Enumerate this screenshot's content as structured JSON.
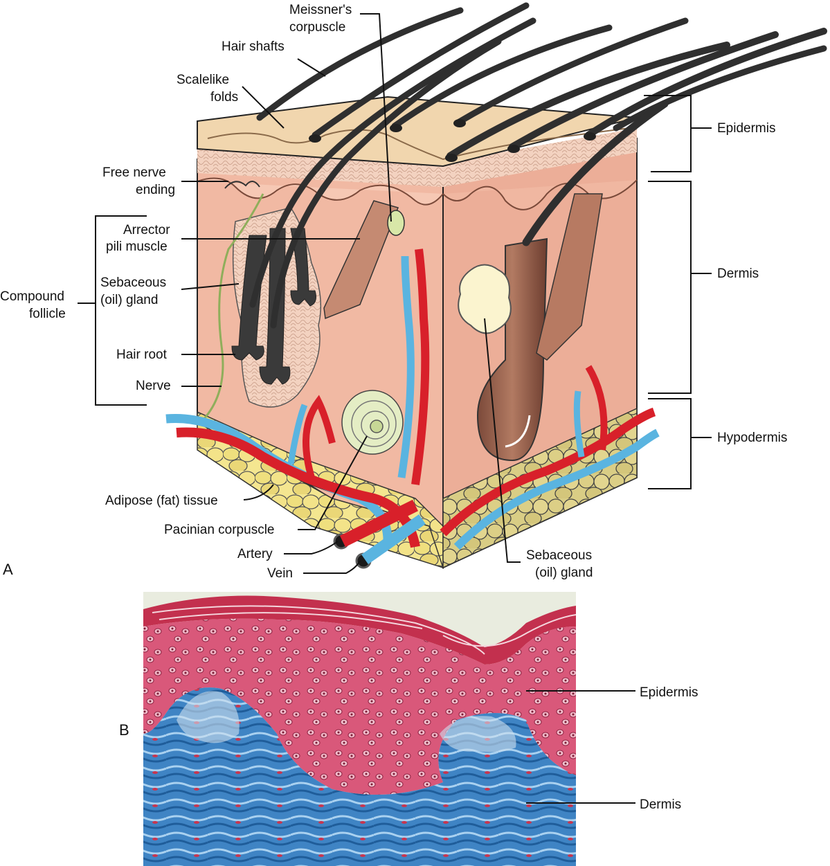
{
  "panel_a": {
    "letter": "A",
    "labels": {
      "meissners_1": "Meissner's",
      "meissners_2": "corpuscle",
      "hair_shafts": "Hair shafts",
      "scalelike_1": "Scalelike",
      "scalelike_2": "folds",
      "free_nerve_1": "Free nerve",
      "free_nerve_2": "ending",
      "arrector_1": "Arrector",
      "arrector_2": "pili muscle",
      "sebaceous_left_1": "Sebaceous",
      "sebaceous_left_2": "(oil) gland",
      "compound_1": "Compound",
      "compound_2": "follicle",
      "hair_root": "Hair root",
      "nerve": "Nerve",
      "adipose": "Adipose (fat) tissue",
      "pacinian": "Pacinian corpuscle",
      "artery": "Artery",
      "vein": "Vein",
      "sebaceous_right_1": "Sebaceous",
      "sebaceous_right_2": "(oil) gland",
      "epidermis": "Epidermis",
      "dermis": "Dermis",
      "hypodermis": "Hypodermis"
    }
  },
  "panel_b": {
    "letter": "B",
    "labels": {
      "epidermis": "Epidermis",
      "dermis": "Dermis"
    }
  },
  "colors": {
    "skin_surface": "#f1d6ae",
    "epidermis_layer": "#e9b9a1",
    "dermis": "#f0b8a0",
    "fat": "#f2e08a",
    "artery": "#d8202a",
    "vein": "#5ab4e0",
    "hair": "#3a3a3a",
    "gland": "#fbf4cf",
    "stain_pink": "#d4506e",
    "stain_blue": "#3a7fc0"
  }
}
